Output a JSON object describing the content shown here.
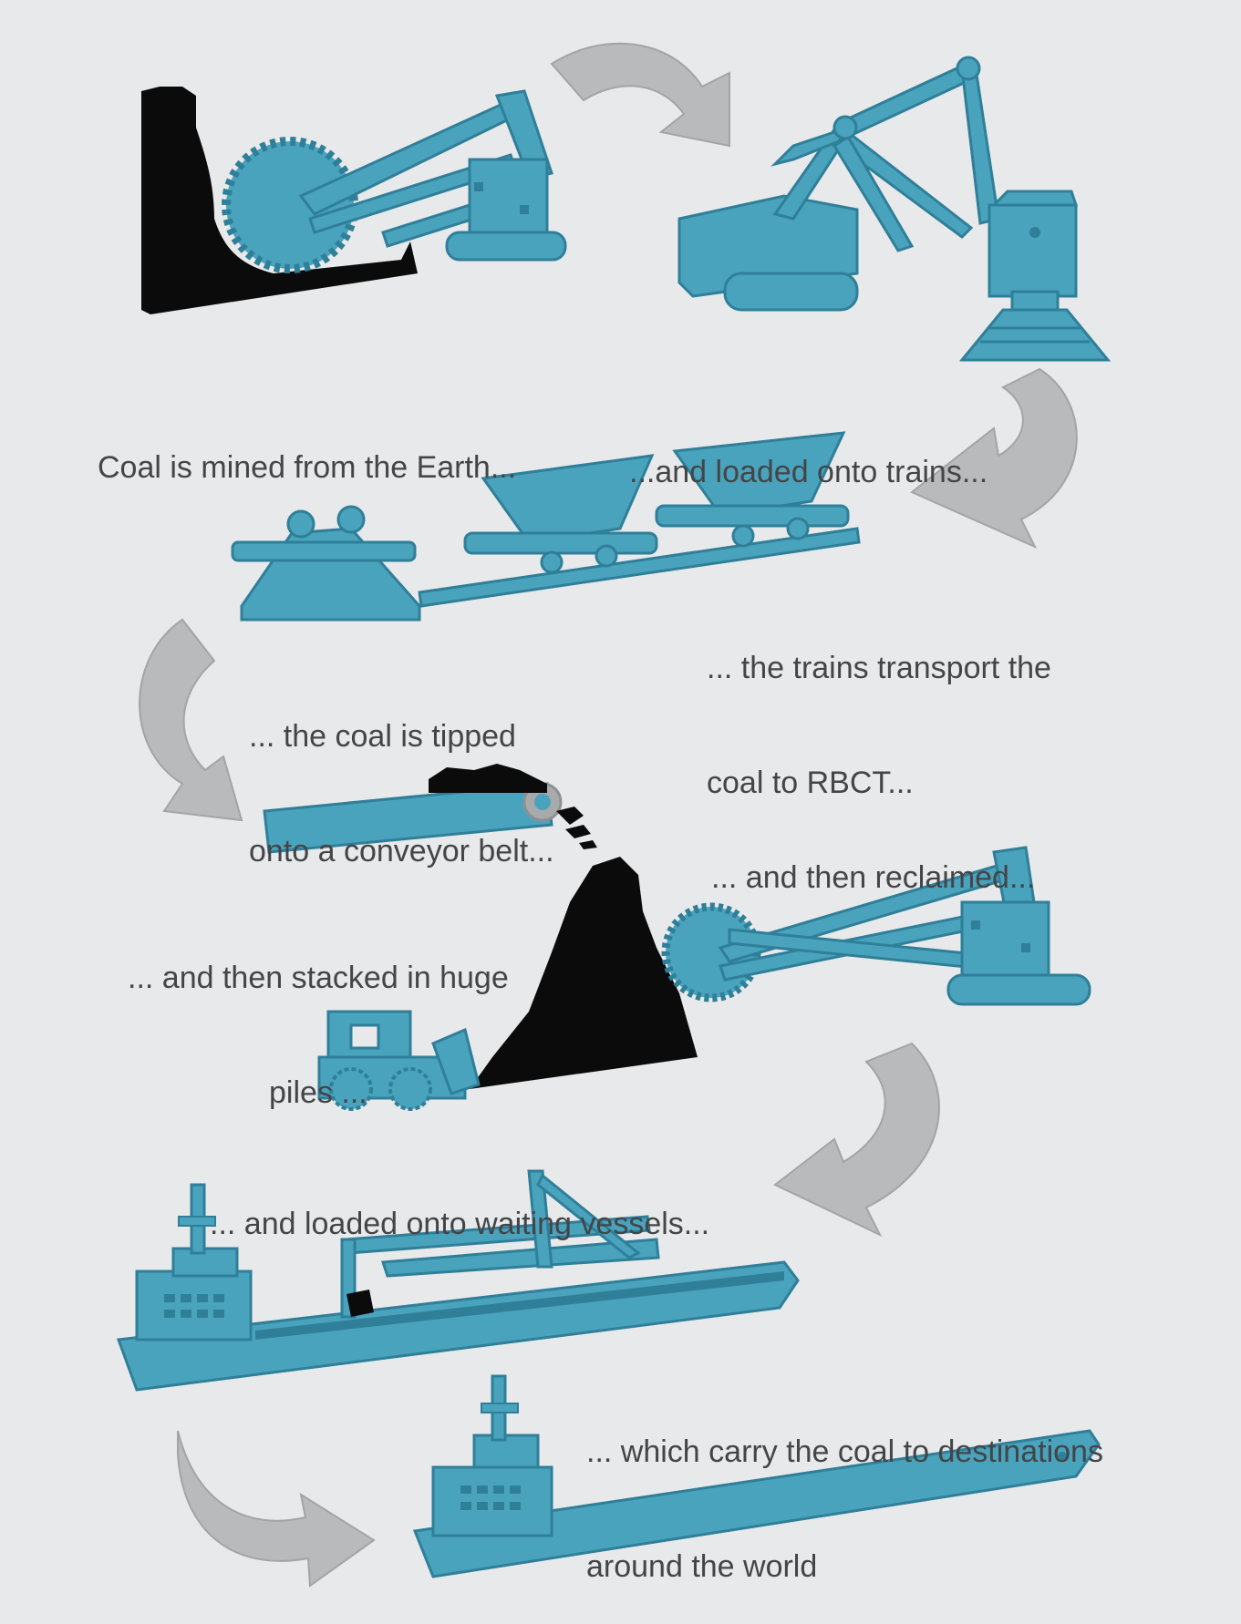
{
  "colors": {
    "background": "#e8e9ea",
    "machine": "#4aa3bd",
    "machine_side": "#2f7f99",
    "coal": "#0b0b0b",
    "arrow": "#b9babb",
    "text": "#434547"
  },
  "steps": [
    {
      "id": "mining",
      "icon": "bucket-wheel-excavator-icon",
      "caption_lines": [
        "Coal is mined from the Earth..."
      ]
    },
    {
      "id": "loading",
      "icon": "dragline-and-loader-icon",
      "caption_lines": [
        "...and loaded onto trains..."
      ]
    },
    {
      "id": "transport",
      "icon": "coal-train-icon",
      "caption_lines": [
        "... the trains transport the",
        "coal to RBCT..."
      ]
    },
    {
      "id": "tipping",
      "icon": "conveyor-belt-icon",
      "caption_lines": [
        "... the coal is tipped",
        "onto a conveyor belt..."
      ]
    },
    {
      "id": "reclaim",
      "icon": "reclaimer-icon",
      "caption_lines": [
        "... and then reclaimed..."
      ]
    },
    {
      "id": "stacking",
      "icon": "coal-pile-bulldozer-icon",
      "caption_lines": [
        "... and then stacked in huge",
        "piles ..."
      ]
    },
    {
      "id": "shiploading",
      "icon": "ship-loader-icon",
      "caption_lines": [
        "... and loaded onto waiting vessels..."
      ]
    },
    {
      "id": "shipping",
      "icon": "cargo-ship-icon",
      "caption_lines": [
        "... which carry the coal to destinations",
        "around the world"
      ]
    }
  ]
}
